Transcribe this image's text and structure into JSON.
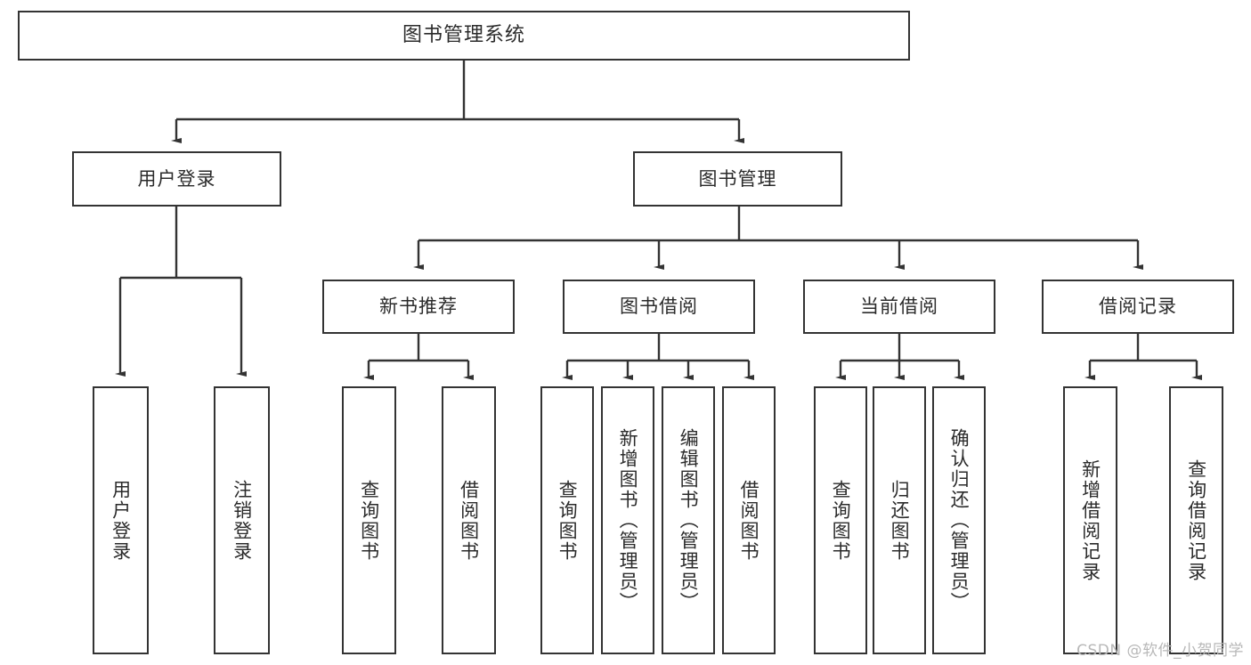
{
  "diagram": {
    "type": "tree",
    "title": "图书管理系统",
    "root": {
      "label": "图书管理系统"
    },
    "level1": [
      {
        "label": "用户登录"
      },
      {
        "label": "图书管理"
      }
    ],
    "level2": [
      {
        "label": "新书推荐"
      },
      {
        "label": "图书借阅"
      },
      {
        "label": "当前借阅"
      },
      {
        "label": "借阅记录"
      }
    ],
    "leaves": {
      "user_login": [
        {
          "label": "用户登录"
        },
        {
          "label": "注销登录"
        }
      ],
      "new_book_recommend": [
        {
          "label": "查询图书"
        },
        {
          "label": "借阅图书"
        }
      ],
      "book_borrow": [
        {
          "label": "查询图书"
        },
        {
          "label": "新增图书（管理员）"
        },
        {
          "label": "编辑图书（管理员）"
        },
        {
          "label": "借阅图书"
        }
      ],
      "current_borrow": [
        {
          "label": "查询图书"
        },
        {
          "label": "归还图书"
        },
        {
          "label": "确认归还（管理员）"
        }
      ],
      "borrow_records": [
        {
          "label": "新增借阅记录"
        },
        {
          "label": "查询借阅记录"
        }
      ]
    }
  },
  "watermark": {
    "text": "CSDN @软件_小贺同学"
  },
  "colors": {
    "box_border": "#333333",
    "box_fill": "#ffffff",
    "text": "#2b2b2b",
    "line": "#333333",
    "watermark": "#b8b8b8"
  }
}
